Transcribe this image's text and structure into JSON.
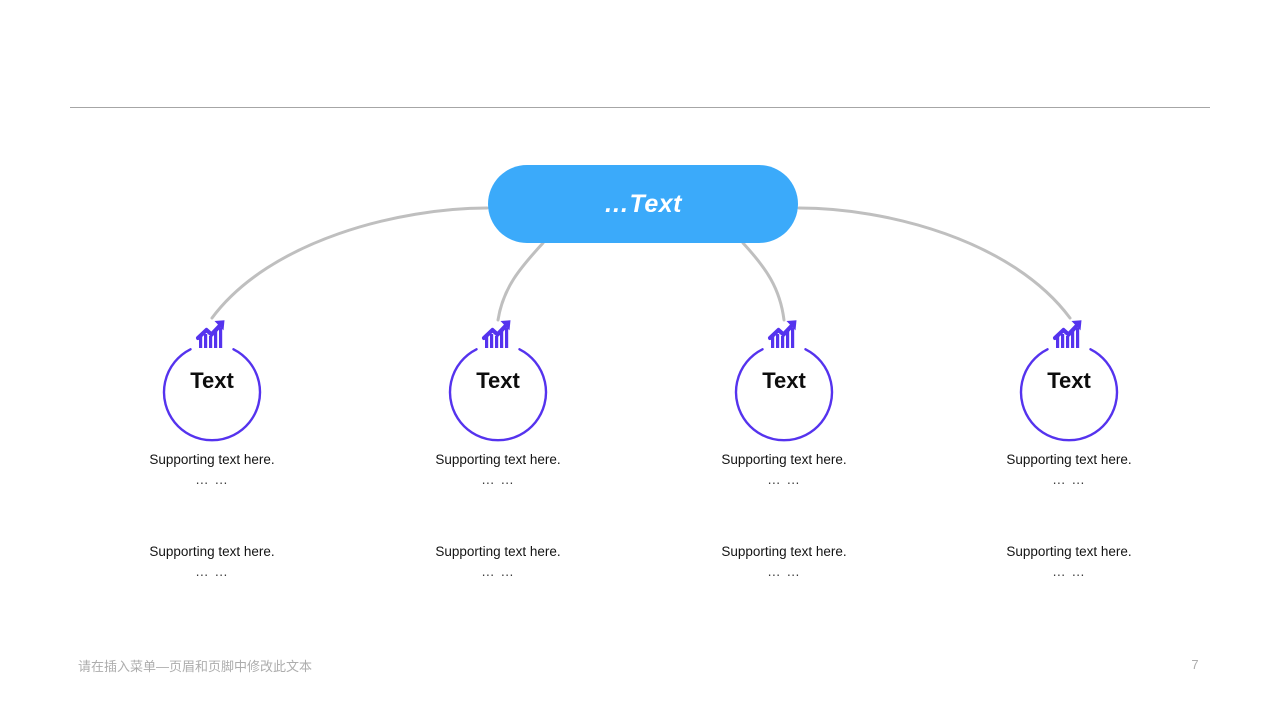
{
  "slide": {
    "banner": {
      "label": "…Text",
      "color": "#3BAAFA",
      "text_color": "#FFFFFF"
    },
    "divider": {
      "color": "#A6A6A6"
    },
    "connector": {
      "color": "#BFBFBF"
    },
    "ring": {
      "color": "#5533EE"
    },
    "icon": {
      "name": "growth-chart-icon",
      "color": "#5533EE"
    },
    "nodes": [
      {
        "label": "Text",
        "icon": "growth-chart-icon",
        "support_primary": "Supporting text here.",
        "support_primary_dots": "… …",
        "support_secondary": "Supporting text here.",
        "support_secondary_dots": "… …"
      },
      {
        "label": "Text",
        "icon": "growth-chart-icon",
        "support_primary": "Supporting text here.",
        "support_primary_dots": "… …",
        "support_secondary": "Supporting text here.",
        "support_secondary_dots": "… …"
      },
      {
        "label": "Text",
        "icon": "growth-chart-icon",
        "support_primary": "Supporting text here.",
        "support_primary_dots": "… …",
        "support_secondary": "Supporting text here.",
        "support_secondary_dots": "… …"
      },
      {
        "label": "Text",
        "icon": "growth-chart-icon",
        "support_primary": "Supporting text here.",
        "support_primary_dots": "… …",
        "support_secondary": "Supporting text here.",
        "support_secondary_dots": "… …"
      }
    ],
    "footer": {
      "text": "请在插入菜单—页眉和页脚中修改此文本",
      "page_number": "7"
    }
  }
}
